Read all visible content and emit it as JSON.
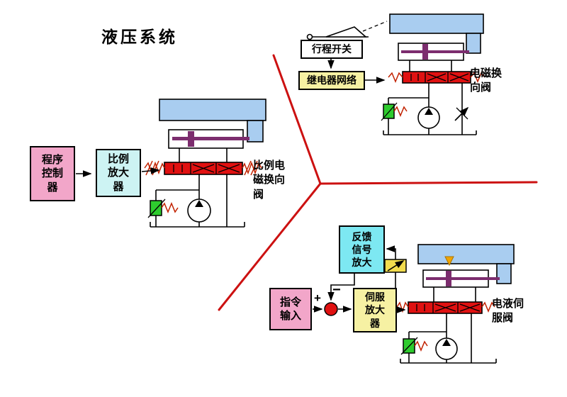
{
  "title": "液压系统",
  "systems": {
    "proportional": {
      "controller_label": "程序\n控制\n器",
      "amplifier_label": "比例\n放大\n器",
      "valve_label": "比例电\n磁换向\n阀"
    },
    "solenoid": {
      "limit_switch_label": "行程开关",
      "relay_label": "继电器网络",
      "valve_label": "电磁换\n向阀"
    },
    "servo": {
      "feedback_label": "反馈\n信号\n放大",
      "command_label": "指令\n输入",
      "amplifier_label": "伺服\n放大\n器",
      "valve_label": "电液伺\n服阀",
      "sum_plus": "+",
      "sum_minus": "−"
    }
  },
  "colors": {
    "divider_red": "#cc1111",
    "box_pink": "#f2a6c9",
    "box_light_cyan": "#cdf3f3",
    "box_bright_cyan": "#7de8f2",
    "box_yellow": "#f6f1a3",
    "machine_blue": "#a9cdf0",
    "valve_red": "#e01111",
    "relief_green": "#2ecc2e",
    "piston_purple": "#7c2d6e",
    "marker_orange": "#f0a400"
  }
}
